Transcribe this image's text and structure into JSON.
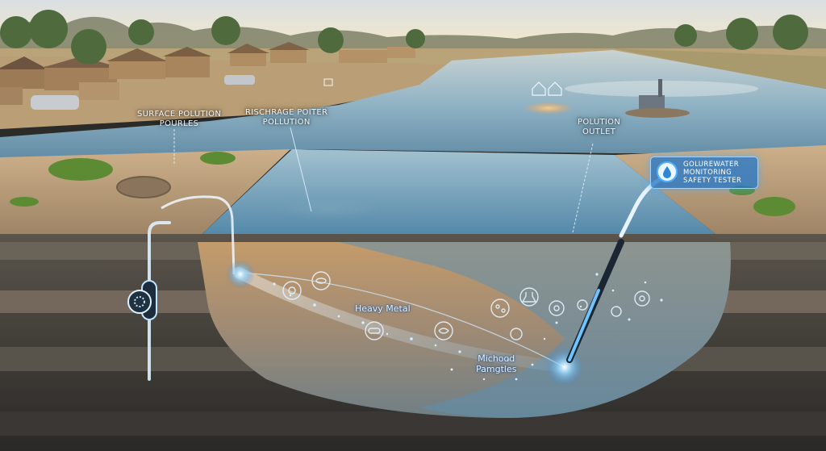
{
  "labels": {
    "surface": [
      "SURFACE POLUTION",
      "POURLES"
    ],
    "recharge": [
      "RISCHRAGE POITER",
      "POLLUTION"
    ],
    "outlet": [
      "POLUTION",
      "OUTLET"
    ],
    "tester": [
      "GOLUREWATER",
      "MONITORING",
      "SAFETY TESTER"
    ],
    "heavy_metal": "Heavy Metal",
    "microbes": [
      "Michood",
      "Pamgtles"
    ]
  },
  "icons": {
    "tester": "water-drop-icon",
    "contaminants": [
      "heavy-metal-icon",
      "cell-icon",
      "pill-icon",
      "bacteria-icon",
      "molecule-icon",
      "flask-icon",
      "virus-icon"
    ]
  },
  "colors": {
    "sky_top": "#e9e4d6",
    "river": "#7ea3b8",
    "soil": "#b78d5f",
    "plume": "#9fd8ff",
    "accent": "#2f86d6"
  }
}
